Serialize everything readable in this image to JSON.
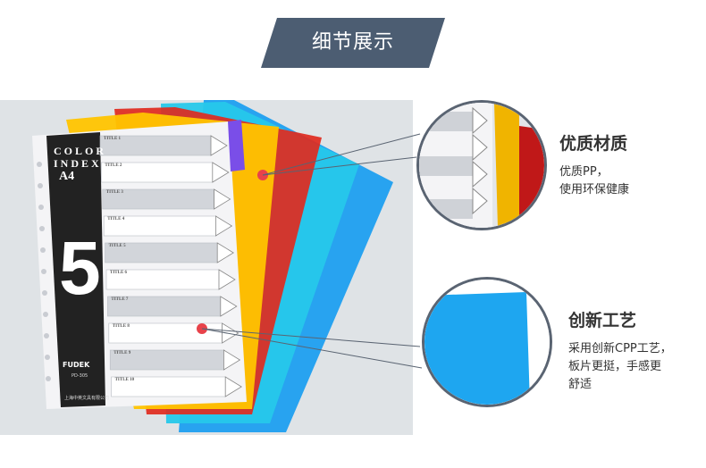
{
  "banner": {
    "title": "细节展示",
    "color": "#4c5d72"
  },
  "divider": {
    "cover_line1": "COLOR",
    "cover_line2": "INDEX",
    "cover_size": "A4",
    "cover_number": "5",
    "brand": "FUDEK",
    "model": "PD-305",
    "company": "上海中英文具有限公司",
    "tab_titles": [
      "TITLE 1",
      "TITLE 2",
      "TITLE 3",
      "TITLE 4",
      "TITLE 5",
      "TITLE 6",
      "TITLE 7",
      "TITLE 8",
      "TITLE 9",
      "TITLE 10"
    ],
    "tab_colors": [
      "#ffd000",
      "#e8341c",
      "#1ec6e8",
      "#1e9ff0"
    ]
  },
  "feature1": {
    "title": "优质材质",
    "body": "优质PP，\n使用环保健康"
  },
  "feature2": {
    "title": "创新工艺",
    "body": "采用创新CPP工艺，\n板片更挺，手感更\n舒适"
  },
  "marker_color": "#e8424a"
}
